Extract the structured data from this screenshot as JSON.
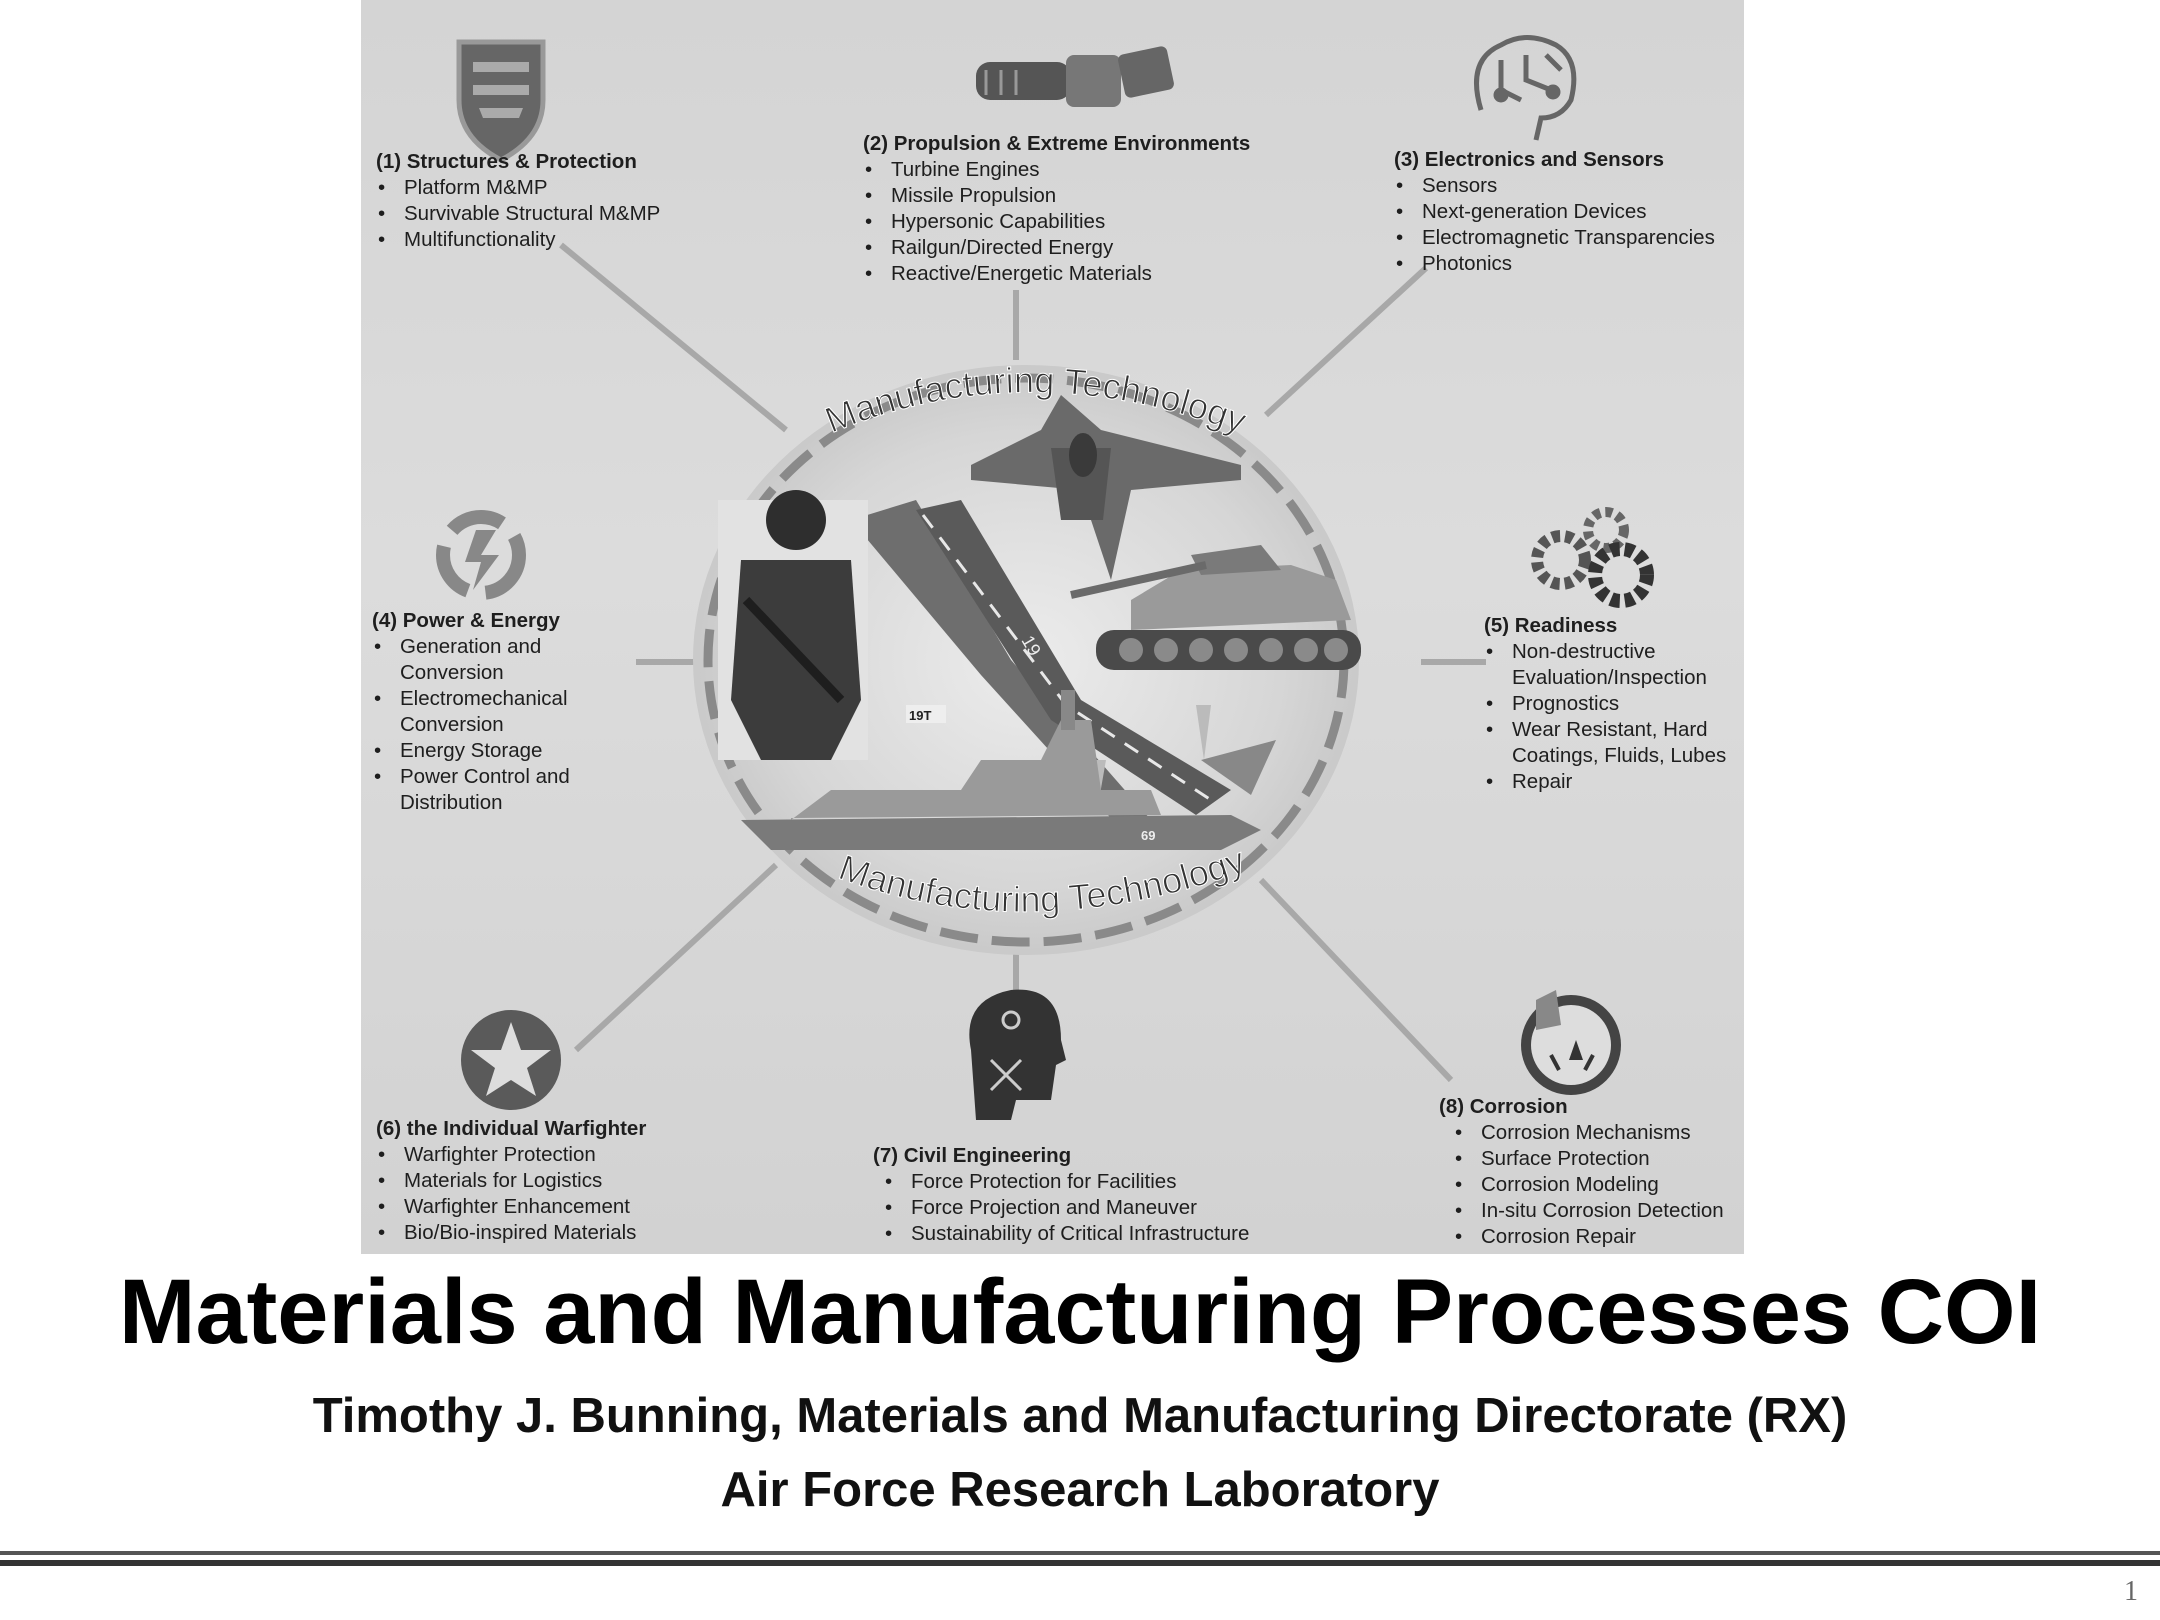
{
  "diagram": {
    "center_label_top": "Manufacturing Technology",
    "center_label_bottom": "Manufacturing Technology",
    "categories": [
      {
        "id": "structures",
        "heading": "(1) Structures & Protection",
        "items": [
          "Platform M&MP",
          "Survivable Structural M&MP",
          "Multifunctionality"
        ]
      },
      {
        "id": "propulsion",
        "heading": "(2) Propulsion & Extreme Environments",
        "items": [
          "Turbine Engines",
          "Missile Propulsion",
          "Hypersonic Capabilities",
          "Railgun/Directed Energy",
          "Reactive/Energetic Materials"
        ]
      },
      {
        "id": "electronics",
        "heading": "(3) Electronics and Sensors",
        "items": [
          "Sensors",
          "Next-generation Devices",
          "Electromagnetic Transparencies",
          "Photonics"
        ]
      },
      {
        "id": "power",
        "heading": "(4) Power & Energy",
        "items": [
          "Generation and Conversion",
          "Electromechanical Conversion",
          "Energy Storage",
          "Power Control and Distribution"
        ]
      },
      {
        "id": "readiness",
        "heading": "(5) Readiness",
        "items": [
          "Non-destructive Evaluation/Inspection",
          "Prognostics",
          "Wear Resistant, Hard Coatings, Fluids, Lubes",
          "Repair"
        ]
      },
      {
        "id": "warfighter",
        "heading": "(6) the Individual Warfighter",
        "items": [
          "Warfighter Protection",
          "Materials for Logistics",
          "Warfighter Enhancement",
          "Bio/Bio-inspired Materials"
        ]
      },
      {
        "id": "civil",
        "heading": "(7) Civil Engineering",
        "items": [
          "Force Protection for Facilities",
          "Force Projection and Maneuver",
          "Sustainability of Critical Infrastructure"
        ]
      },
      {
        "id": "corrosion",
        "heading": "(8) Corrosion",
        "items": [
          "Corrosion Mechanisms",
          "Surface Protection",
          "Corrosion Modeling",
          "In-situ Corrosion Detection",
          "Corrosion Repair"
        ]
      }
    ],
    "markings": {
      "runway_number": "19",
      "ship_number": "69",
      "marker": "19T"
    }
  },
  "title": "Materials and Manufacturing Processes COI",
  "subtitle": "Timothy J. Bunning, Materials and Manufacturing Directorate (RX)",
  "organization": "Air Force Research Laboratory",
  "page_number": "1"
}
